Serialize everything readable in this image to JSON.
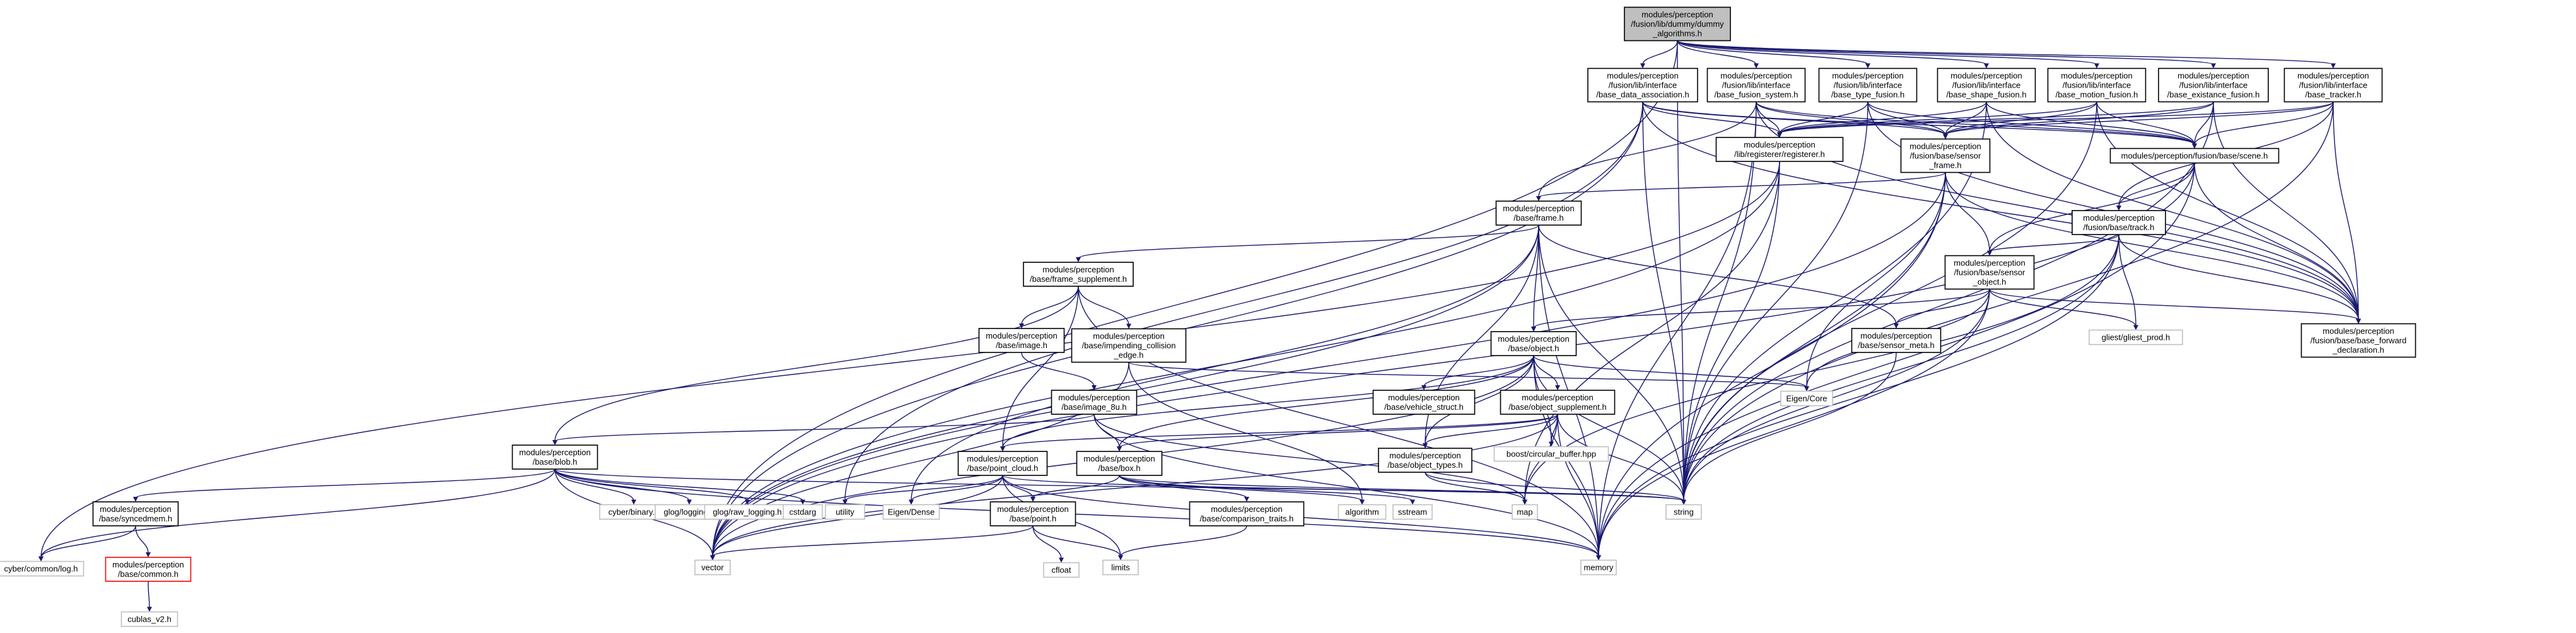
{
  "graph": {
    "nodes": [
      {
        "id": "root",
        "lines": [
          "modules/perception",
          "/fusion/lib/dummy/dummy",
          "_algorithms.h"
        ],
        "style": "root"
      },
      {
        "id": "data_assoc",
        "lines": [
          "modules/perception",
          "/fusion/lib/interface",
          "/base_data_association.h"
        ]
      },
      {
        "id": "fusion_system",
        "lines": [
          "modules/perception",
          "/fusion/lib/interface",
          "/base_fusion_system.h"
        ]
      },
      {
        "id": "type_fusion",
        "lines": [
          "modules/perception",
          "/fusion/lib/interface",
          "/base_type_fusion.h"
        ]
      },
      {
        "id": "shape_fusion",
        "lines": [
          "modules/perception",
          "/fusion/lib/interface",
          "/base_shape_fusion.h"
        ]
      },
      {
        "id": "motion_fusion",
        "lines": [
          "modules/perception",
          "/fusion/lib/interface",
          "/base_motion_fusion.h"
        ]
      },
      {
        "id": "existance_fusion",
        "lines": [
          "modules/perception",
          "/fusion/lib/interface",
          "/base_existance_fusion.h"
        ]
      },
      {
        "id": "tracker",
        "lines": [
          "modules/perception",
          "/fusion/lib/interface",
          "/base_tracker.h"
        ]
      },
      {
        "id": "registerer",
        "lines": [
          "modules/perception",
          "/lib/registerer/registerer.h"
        ]
      },
      {
        "id": "sensor_frame",
        "lines": [
          "modules/perception",
          "/fusion/base/sensor",
          "_frame.h"
        ]
      },
      {
        "id": "scene",
        "lines": [
          "modules/perception/fusion/base/scene.h"
        ]
      },
      {
        "id": "frame",
        "lines": [
          "modules/perception",
          "/base/frame.h"
        ]
      },
      {
        "id": "track",
        "lines": [
          "modules/perception",
          "/fusion/base/track.h"
        ]
      },
      {
        "id": "frame_supplement",
        "lines": [
          "modules/perception",
          "/base/frame_supplement.h"
        ]
      },
      {
        "id": "sensor_object",
        "lines": [
          "modules/perception",
          "/fusion/base/sensor",
          "_object.h"
        ]
      },
      {
        "id": "image",
        "lines": [
          "modules/perception",
          "/base/image.h"
        ]
      },
      {
        "id": "impending",
        "lines": [
          "modules/perception",
          "/base/impending_collision",
          "_edge.h"
        ]
      },
      {
        "id": "object",
        "lines": [
          "modules/perception",
          "/base/object.h"
        ]
      },
      {
        "id": "sensor_meta",
        "lines": [
          "modules/perception",
          "/base/sensor_meta.h"
        ]
      },
      {
        "id": "gliest",
        "lines": [
          "gliest/gliest_prod.h"
        ],
        "style": "ext"
      },
      {
        "id": "forward_decl",
        "lines": [
          "modules/perception",
          "/fusion/base/base_forward",
          "_declaration.h"
        ]
      },
      {
        "id": "image_8u",
        "lines": [
          "modules/perception",
          "/base/image_8u.h"
        ]
      },
      {
        "id": "vehicle_struct",
        "lines": [
          "modules/perception",
          "/base/vehicle_struct.h"
        ]
      },
      {
        "id": "object_supplement",
        "lines": [
          "modules/perception",
          "/base/object_supplement.h"
        ]
      },
      {
        "id": "eigen_core",
        "lines": [
          "Eigen/Core"
        ],
        "style": "ext"
      },
      {
        "id": "blob",
        "lines": [
          "modules/perception",
          "/base/blob.h"
        ]
      },
      {
        "id": "point_cloud",
        "lines": [
          "modules/perception",
          "/base/point_cloud.h"
        ]
      },
      {
        "id": "box",
        "lines": [
          "modules/perception",
          "/base/box.h"
        ]
      },
      {
        "id": "circular_buffer",
        "lines": [
          "boost/circular_buffer.hpp"
        ],
        "style": "ext"
      },
      {
        "id": "object_types",
        "lines": [
          "modules/perception",
          "/base/object_types.h"
        ]
      },
      {
        "id": "syncedmem",
        "lines": [
          "modules/perception",
          "/base/syncedmem.h"
        ]
      },
      {
        "id": "cyber_binary",
        "lines": [
          "cyber/binary.h"
        ],
        "style": "ext"
      },
      {
        "id": "glog_logging",
        "lines": [
          "glog/logging.h"
        ],
        "style": "ext"
      },
      {
        "id": "glog_raw",
        "lines": [
          "glog/raw_logging.h"
        ],
        "style": "ext"
      },
      {
        "id": "cstdarg",
        "lines": [
          "cstdarg"
        ],
        "style": "ext"
      },
      {
        "id": "utility",
        "lines": [
          "utility"
        ],
        "style": "ext"
      },
      {
        "id": "eigen_dense",
        "lines": [
          "Eigen/Dense"
        ],
        "style": "ext"
      },
      {
        "id": "point",
        "lines": [
          "modules/perception",
          "/base/point.h"
        ]
      },
      {
        "id": "comparison_traits",
        "lines": [
          "modules/perception",
          "/base/comparison_traits.h"
        ]
      },
      {
        "id": "algorithm",
        "lines": [
          "algorithm"
        ],
        "style": "ext"
      },
      {
        "id": "sstream",
        "lines": [
          "sstream"
        ],
        "style": "ext"
      },
      {
        "id": "map",
        "lines": [
          "map"
        ],
        "style": "ext"
      },
      {
        "id": "string",
        "lines": [
          "string"
        ],
        "style": "ext"
      },
      {
        "id": "cyber_log",
        "lines": [
          "cyber/common/log.h"
        ],
        "style": "ext"
      },
      {
        "id": "common",
        "lines": [
          "modules/perception",
          "/base/common.h"
        ],
        "style": "red"
      },
      {
        "id": "vector",
        "lines": [
          "vector"
        ],
        "style": "ext"
      },
      {
        "id": "memory",
        "lines": [
          "memory"
        ],
        "style": "ext"
      },
      {
        "id": "cfloat",
        "lines": [
          "cfloat"
        ],
        "style": "ext"
      },
      {
        "id": "limits",
        "lines": [
          "limits"
        ],
        "style": "ext"
      },
      {
        "id": "cublas",
        "lines": [
          "cublas_v2.h"
        ],
        "style": "ext"
      }
    ],
    "edges": [
      [
        "root",
        "data_assoc"
      ],
      [
        "root",
        "fusion_system"
      ],
      [
        "root",
        "type_fusion"
      ],
      [
        "root",
        "shape_fusion"
      ],
      [
        "root",
        "motion_fusion"
      ],
      [
        "root",
        "existance_fusion"
      ],
      [
        "root",
        "tracker"
      ],
      [
        "root",
        "vector"
      ],
      [
        "root",
        "string"
      ],
      [
        "data_assoc",
        "registerer"
      ],
      [
        "data_assoc",
        "sensor_frame"
      ],
      [
        "data_assoc",
        "scene"
      ],
      [
        "data_assoc",
        "vector"
      ],
      [
        "data_assoc",
        "string"
      ],
      [
        "data_assoc",
        "utility"
      ],
      [
        "data_assoc",
        "forward_decl"
      ],
      [
        "fusion_system",
        "registerer"
      ],
      [
        "fusion_system",
        "sensor_frame"
      ],
      [
        "fusion_system",
        "scene"
      ],
      [
        "fusion_system",
        "frame"
      ],
      [
        "fusion_system",
        "string"
      ],
      [
        "fusion_system",
        "forward_decl"
      ],
      [
        "fusion_system",
        "memory"
      ],
      [
        "type_fusion",
        "registerer"
      ],
      [
        "type_fusion",
        "sensor_frame"
      ],
      [
        "type_fusion",
        "scene"
      ],
      [
        "type_fusion",
        "string"
      ],
      [
        "type_fusion",
        "forward_decl"
      ],
      [
        "shape_fusion",
        "registerer"
      ],
      [
        "shape_fusion",
        "sensor_frame"
      ],
      [
        "shape_fusion",
        "scene"
      ],
      [
        "shape_fusion",
        "string"
      ],
      [
        "shape_fusion",
        "forward_decl"
      ],
      [
        "motion_fusion",
        "registerer"
      ],
      [
        "motion_fusion",
        "sensor_frame"
      ],
      [
        "motion_fusion",
        "scene"
      ],
      [
        "motion_fusion",
        "string"
      ],
      [
        "motion_fusion",
        "forward_decl"
      ],
      [
        "existance_fusion",
        "registerer"
      ],
      [
        "existance_fusion",
        "sensor_frame"
      ],
      [
        "existance_fusion",
        "scene"
      ],
      [
        "existance_fusion",
        "string"
      ],
      [
        "existance_fusion",
        "forward_decl"
      ],
      [
        "tracker",
        "registerer"
      ],
      [
        "tracker",
        "sensor_frame"
      ],
      [
        "tracker",
        "scene"
      ],
      [
        "tracker",
        "track"
      ],
      [
        "tracker",
        "string"
      ],
      [
        "tracker",
        "forward_decl"
      ],
      [
        "registerer",
        "cyber_log"
      ],
      [
        "registerer",
        "map"
      ],
      [
        "registerer",
        "string"
      ],
      [
        "registerer",
        "vector"
      ],
      [
        "sensor_frame",
        "frame"
      ],
      [
        "sensor_frame",
        "sensor_object"
      ],
      [
        "sensor_frame",
        "forward_decl"
      ],
      [
        "sensor_frame",
        "eigen_core"
      ],
      [
        "sensor_frame",
        "memory"
      ],
      [
        "sensor_frame",
        "string"
      ],
      [
        "sensor_frame",
        "vector"
      ],
      [
        "scene",
        "track"
      ],
      [
        "scene",
        "sensor_object"
      ],
      [
        "scene",
        "forward_decl"
      ],
      [
        "scene",
        "memory"
      ],
      [
        "scene",
        "vector"
      ],
      [
        "frame",
        "frame_supplement"
      ],
      [
        "frame",
        "object"
      ],
      [
        "frame",
        "sensor_meta"
      ],
      [
        "frame",
        "eigen_dense"
      ],
      [
        "frame",
        "memory"
      ],
      [
        "frame",
        "vector"
      ],
      [
        "frame",
        "string"
      ],
      [
        "frame",
        "object_types"
      ],
      [
        "track",
        "sensor_object"
      ],
      [
        "track",
        "forward_decl"
      ],
      [
        "track",
        "gliest"
      ],
      [
        "track",
        "map"
      ],
      [
        "track",
        "memory"
      ],
      [
        "track",
        "string"
      ],
      [
        "frame_supplement",
        "image"
      ],
      [
        "frame_supplement",
        "impending"
      ],
      [
        "frame_supplement",
        "blob"
      ],
      [
        "frame_supplement",
        "point_cloud"
      ],
      [
        "frame_supplement",
        "memory"
      ],
      [
        "sensor_object",
        "object"
      ],
      [
        "sensor_object",
        "sensor_meta"
      ],
      [
        "sensor_object",
        "eigen_core"
      ],
      [
        "sensor_object",
        "forward_decl"
      ],
      [
        "sensor_object",
        "gliest"
      ],
      [
        "sensor_object",
        "memory"
      ],
      [
        "sensor_object",
        "string"
      ],
      [
        "image",
        "image_8u"
      ],
      [
        "impending",
        "eigen_core"
      ],
      [
        "impending",
        "vector"
      ],
      [
        "impending",
        "algorithm"
      ],
      [
        "object",
        "vehicle_struct"
      ],
      [
        "object",
        "object_supplement"
      ],
      [
        "object",
        "point_cloud"
      ],
      [
        "object",
        "box"
      ],
      [
        "object",
        "object_types"
      ],
      [
        "object",
        "eigen_core"
      ],
      [
        "object",
        "circular_buffer"
      ],
      [
        "object",
        "string"
      ],
      [
        "object",
        "vector"
      ],
      [
        "object",
        "memory"
      ],
      [
        "sensor_meta",
        "string"
      ],
      [
        "image_8u",
        "blob"
      ],
      [
        "image_8u",
        "box"
      ],
      [
        "image_8u",
        "memory"
      ],
      [
        "image_8u",
        "map"
      ],
      [
        "object_supplement",
        "box"
      ],
      [
        "object_supplement",
        "object_types"
      ],
      [
        "object_supplement",
        "circular_buffer"
      ],
      [
        "object_supplement",
        "point_cloud"
      ],
      [
        "object_supplement",
        "map"
      ],
      [
        "object_supplement",
        "memory"
      ],
      [
        "object_supplement",
        "string"
      ],
      [
        "object_supplement",
        "vector"
      ],
      [
        "blob",
        "syncedmem"
      ],
      [
        "blob",
        "cyber_binary"
      ],
      [
        "blob",
        "glog_logging"
      ],
      [
        "blob",
        "glog_raw"
      ],
      [
        "blob",
        "cstdarg"
      ],
      [
        "blob",
        "cyber_log"
      ],
      [
        "blob",
        "vector"
      ],
      [
        "blob",
        "memory"
      ],
      [
        "blob",
        "string"
      ],
      [
        "point_cloud",
        "point"
      ],
      [
        "point_cloud",
        "utility"
      ],
      [
        "point_cloud",
        "eigen_dense"
      ],
      [
        "point_cloud",
        "limits"
      ],
      [
        "point_cloud",
        "vector"
      ],
      [
        "point_cloud",
        "memory"
      ],
      [
        "point_cloud",
        "string"
      ],
      [
        "box",
        "point"
      ],
      [
        "box",
        "comparison_traits"
      ],
      [
        "box",
        "algorithm"
      ],
      [
        "box",
        "sstream"
      ],
      [
        "box",
        "string"
      ],
      [
        "object_types",
        "map"
      ],
      [
        "object_types",
        "string"
      ],
      [
        "syncedmem",
        "common"
      ],
      [
        "syncedmem",
        "cyber_log"
      ],
      [
        "point",
        "cfloat"
      ],
      [
        "point",
        "limits"
      ],
      [
        "point",
        "vector"
      ],
      [
        "comparison_traits",
        "limits"
      ],
      [
        "common",
        "cublas"
      ]
    ]
  }
}
